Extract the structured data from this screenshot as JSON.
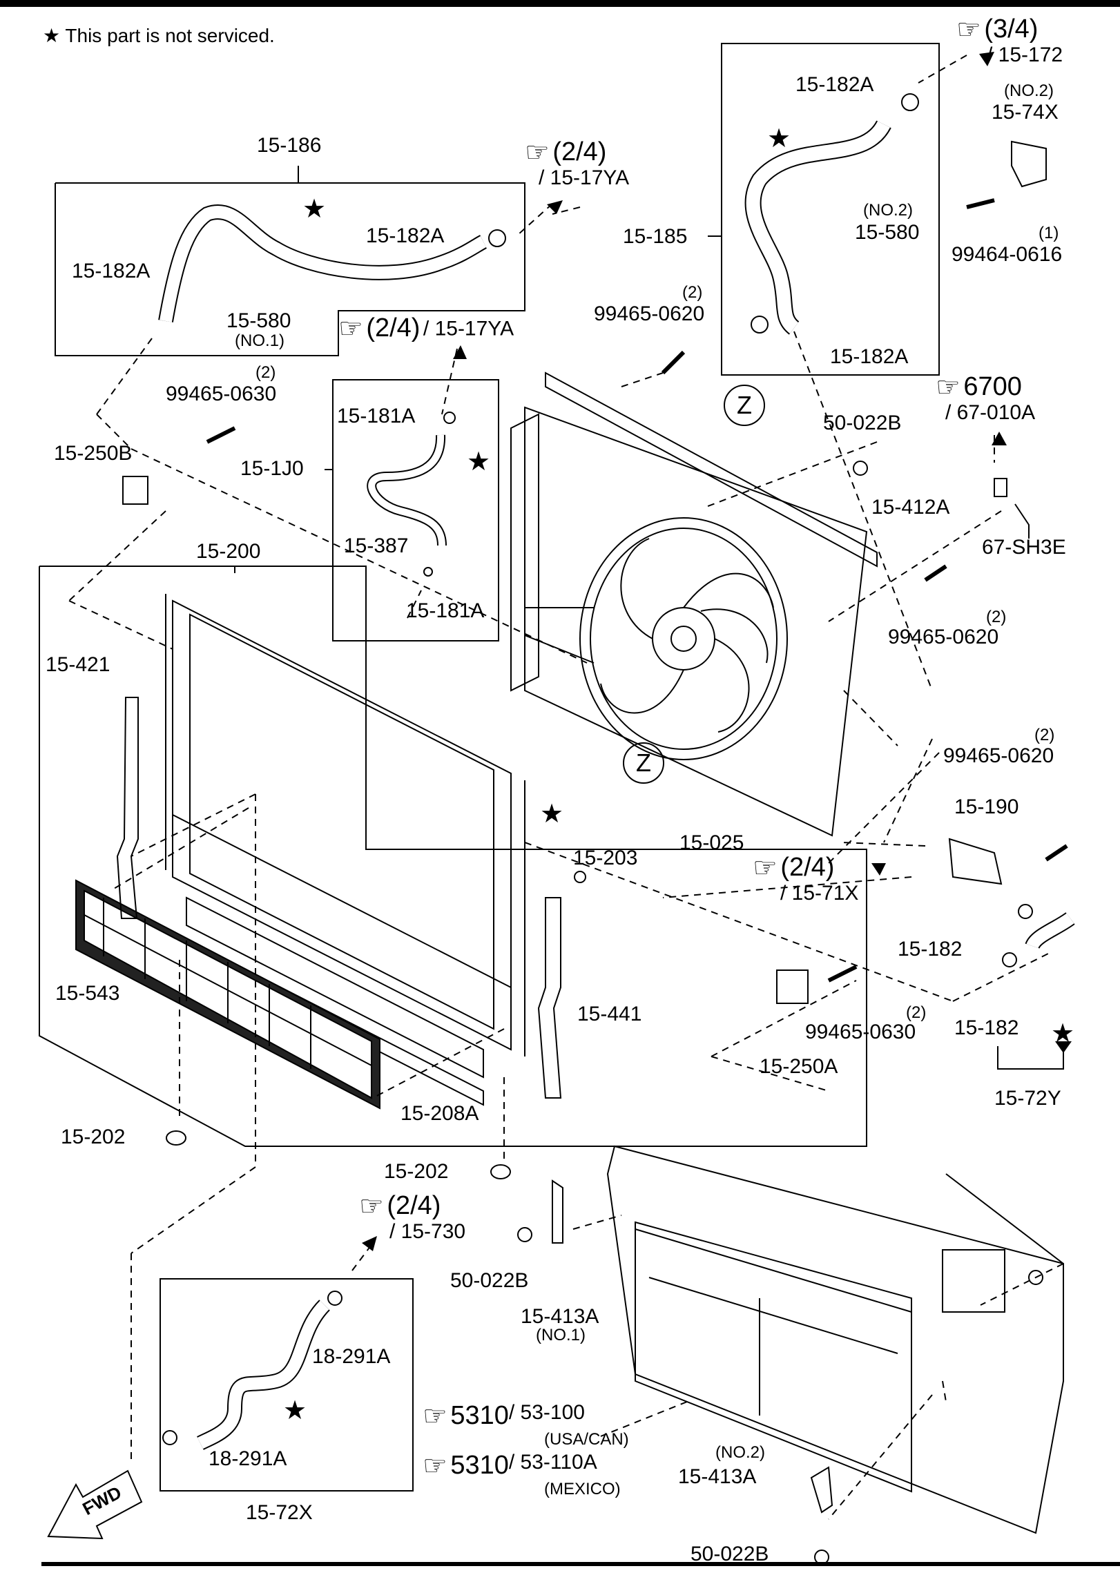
{
  "legend": {
    "star": "★",
    "text": "This part is not serviced."
  },
  "zone_mark": "Z",
  "hand_glyph": "☞",
  "fwd_label": "FWD",
  "refs": [
    {
      "num": "(3/4)",
      "sub": "/ 15-172"
    },
    {
      "num": "(2/4)",
      "sub": "/ 15-17YA"
    },
    {
      "num": "(2/4)",
      "sub": "/ 15-17YA"
    },
    {
      "num": "6700",
      "sub": "/ 67-010A"
    },
    {
      "num": "(2/4)",
      "sub": "/ 15-71X"
    },
    {
      "num": "(2/4)",
      "sub": "/ 15-730"
    },
    {
      "num": "5310",
      "sub": "/ 53-100",
      "note": "(USA/CAN)"
    },
    {
      "num": "5310",
      "sub": "/ 53-110A",
      "note": "(MEXICO)"
    }
  ],
  "labels": {
    "p15_186": "15-186",
    "p15_182A_a": "15-182A",
    "p15_182A_b": "15-182A",
    "p15_580_a": "15-580",
    "no1_a": "(NO.1)",
    "p15_182A_c": "15-182A",
    "p15_185": "15-185",
    "no2_580": "(NO.2)",
    "p15_580_b": "15-580",
    "p15_182A_d": "15-182A",
    "no2_74x": "(NO.2)",
    "p15_74X": "15-74X",
    "qty_1": "(1)",
    "p99464_0616": "99464-0616",
    "qty_2a": "(2)",
    "p99465_0620_a": "99465-0620",
    "qty_2b": "(2)",
    "p99465_0630_a": "99465-0630",
    "p15_250B": "15-250B",
    "p15_1J0": "15-1J0",
    "p15_181A_a": "15-181A",
    "p15_387": "15-387",
    "p15_181A_b": "15-181A",
    "p50_022B_a": "50-022B",
    "p15_412A": "15-412A",
    "p67_SH3E": "67-SH3E",
    "p99465_0620_b": "99465-0620",
    "qty_2c": "(2)",
    "p15_200": "15-200",
    "p15_421": "15-421",
    "qty_2d": "(2)",
    "p99465_0620_c": "99465-0620",
    "p15_190": "15-190",
    "p15_025": "15-025",
    "p15_203": "15-203",
    "p15_543": "15-543",
    "p15_441": "15-441",
    "p15_182_a": "15-182",
    "p15_182_b": "15-182",
    "p99465_0630_b": "99465-0630",
    "qty_2e": "(2)",
    "p15_250A": "15-250A",
    "p15_72Y": "15-72Y",
    "p15_208A": "15-208A",
    "p15_202_a": "15-202",
    "p15_202_b": "15-202",
    "p50_022B_b": "50-022B",
    "p15_413A_a": "15-413A",
    "no1_413": "(NO.1)",
    "p18_291A_a": "18-291A",
    "p18_291A_b": "18-291A",
    "p15_72X": "15-72X",
    "no2_413": "(NO.2)",
    "p15_413A_b": "15-413A",
    "p50_022B_c": "50-022B"
  }
}
